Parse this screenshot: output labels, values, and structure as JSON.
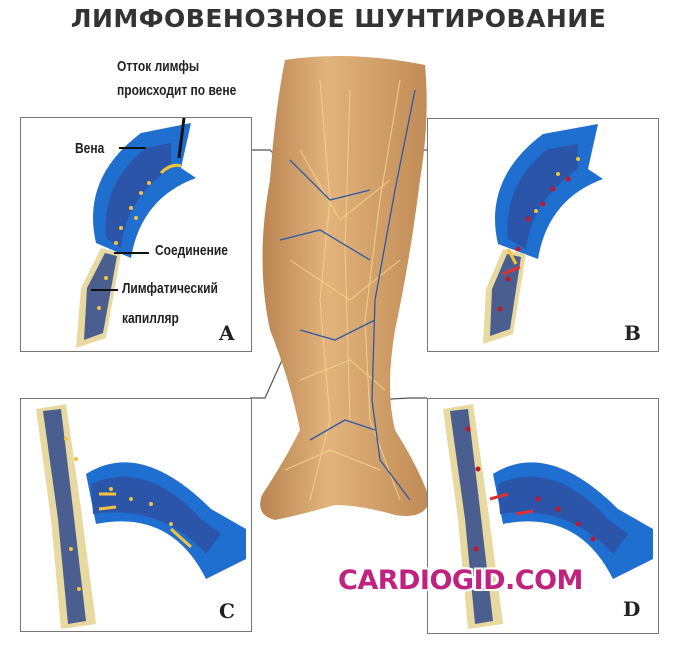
{
  "title": "ЛИМФОВЕНОЗНОЕ ШУНТИРОВАНИЕ",
  "annotations": {
    "outflow_line1": "Отток лимфы",
    "outflow_line2": "происходит по вене",
    "vein": "Вена",
    "junction": "Соединение",
    "capillary_line1": "Лимфатический",
    "capillary_line2": "капилляр"
  },
  "panels": [
    {
      "letter": "A"
    },
    {
      "letter": "B"
    },
    {
      "letter": "C"
    },
    {
      "letter": "D"
    }
  ],
  "watermark": "CARDIOGID.COM",
  "colors": {
    "vein": "#1e6fd0",
    "lymph": "#e8d9a0",
    "skin": "#d9a76a",
    "lymph_fluid": "#f5c33b",
    "blood": "#c0182a"
  }
}
